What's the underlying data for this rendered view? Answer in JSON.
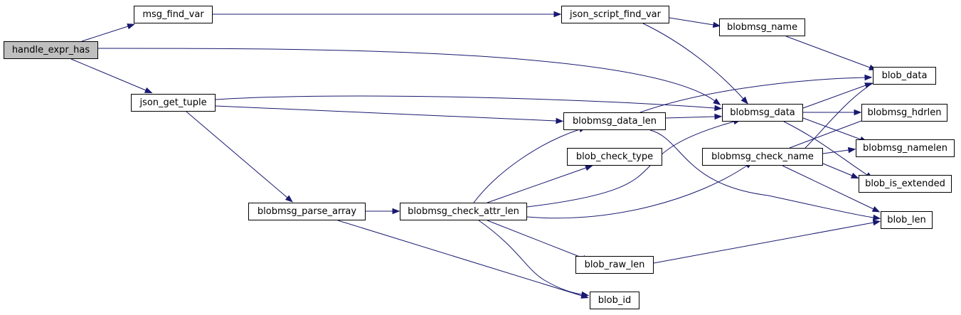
{
  "graph": {
    "edge_color": "#191970",
    "root_fill": "#bfbfbf",
    "nodes": {
      "handle_expr_has": "handle_expr_has",
      "msg_find_var": "msg_find_var",
      "json_script_find_var": "json_script_find_var",
      "blobmsg_name": "blobmsg_name",
      "blob_data": "blob_data",
      "json_get_tuple": "json_get_tuple",
      "blobmsg_data_len": "blobmsg_data_len",
      "blobmsg_data": "blobmsg_data",
      "blobmsg_hdrlen": "blobmsg_hdrlen",
      "blob_check_type": "blob_check_type",
      "blobmsg_check_name": "blobmsg_check_name",
      "blobmsg_namelen": "blobmsg_namelen",
      "blob_is_extended": "blob_is_extended",
      "blobmsg_parse_array": "blobmsg_parse_array",
      "blobmsg_check_attr_len": "blobmsg_check_attr_len",
      "blob_len": "blob_len",
      "blob_raw_len": "blob_raw_len",
      "blob_id": "blob_id"
    },
    "edges": [
      [
        "handle_expr_has",
        "msg_find_var"
      ],
      [
        "handle_expr_has",
        "blobmsg_data"
      ],
      [
        "handle_expr_has",
        "json_get_tuple"
      ],
      [
        "msg_find_var",
        "json_script_find_var"
      ],
      [
        "json_script_find_var",
        "blobmsg_name"
      ],
      [
        "json_script_find_var",
        "blobmsg_data"
      ],
      [
        "blobmsg_name",
        "blob_data"
      ],
      [
        "json_get_tuple",
        "blobmsg_data"
      ],
      [
        "json_get_tuple",
        "blobmsg_data_len"
      ],
      [
        "json_get_tuple",
        "blobmsg_parse_array"
      ],
      [
        "blobmsg_data_len",
        "blob_data"
      ],
      [
        "blobmsg_data_len",
        "blobmsg_data"
      ],
      [
        "blobmsg_data_len",
        "blob_len"
      ],
      [
        "blobmsg_data",
        "blob_data"
      ],
      [
        "blobmsg_data",
        "blobmsg_hdrlen"
      ],
      [
        "blobmsg_data",
        "blobmsg_namelen"
      ],
      [
        "blobmsg_data",
        "blob_is_extended"
      ],
      [
        "blobmsg_check_name",
        "blob_data"
      ],
      [
        "blobmsg_check_name",
        "blobmsg_hdrlen"
      ],
      [
        "blobmsg_check_name",
        "blobmsg_namelen"
      ],
      [
        "blobmsg_check_name",
        "blob_is_extended"
      ],
      [
        "blobmsg_check_name",
        "blob_len"
      ],
      [
        "blobmsg_parse_array",
        "blobmsg_check_attr_len"
      ],
      [
        "blobmsg_parse_array",
        "blob_id"
      ],
      [
        "blobmsg_check_attr_len",
        "blobmsg_data_len"
      ],
      [
        "blobmsg_check_attr_len",
        "blob_check_type"
      ],
      [
        "blobmsg_check_attr_len",
        "blobmsg_data"
      ],
      [
        "blobmsg_check_attr_len",
        "blobmsg_check_name"
      ],
      [
        "blobmsg_check_attr_len",
        "blob_raw_len"
      ],
      [
        "blobmsg_check_attr_len",
        "blob_id"
      ],
      [
        "blob_raw_len",
        "blob_len"
      ]
    ]
  }
}
